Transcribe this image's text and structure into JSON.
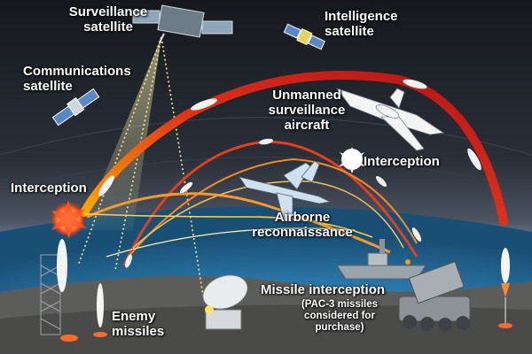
{
  "labels": {
    "surveillance_satellite": "Surveillance\nsatellite",
    "intelligence_satellite": "Intelligence\nsatellite",
    "communications_satellite": "Communications\nsatellite",
    "unmanned_aircraft": "Unmanned\nsurveillance\naircraft",
    "interception_right": "Interception",
    "interception_left": "Interception",
    "airborne_recon": "Airborne\nreconnaissance",
    "missile_interception": "Missile interception",
    "pac3_note": "(PAC-3 missiles\nconsidered for\npurchase)",
    "enemy_missiles": "Enemy\nmissiles"
  },
  "colors": {
    "sky_top": "#1b1e24",
    "sky_mid": "#4a5260",
    "sea": "#2f7fae",
    "ground": "#5a5a57",
    "trail_hot": "#ff7a00",
    "trail_deep": "#c0161b",
    "sensor_line": "#f4e98a"
  }
}
